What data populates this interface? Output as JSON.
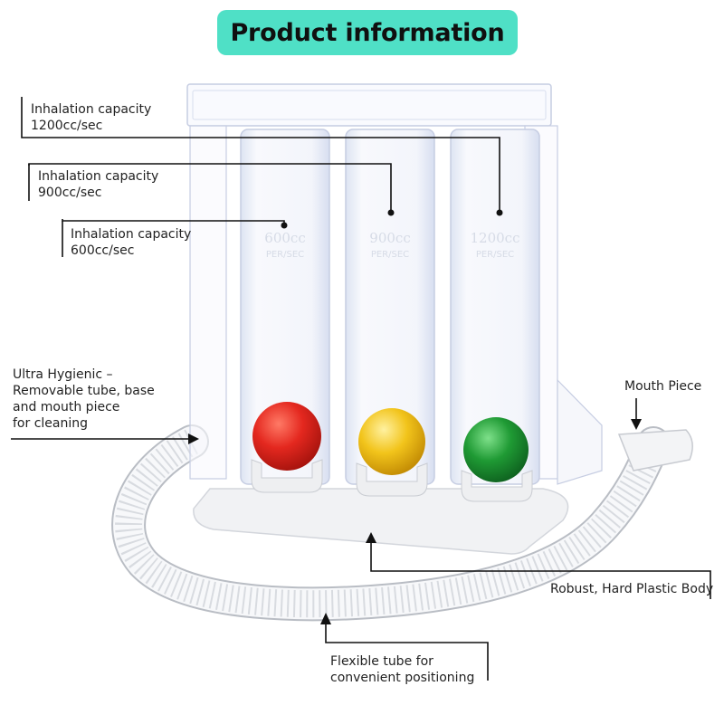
{
  "header": {
    "title": "Product information"
  },
  "callouts": {
    "c1200": {
      "line1": "Inhalation capacity",
      "line2": "1200cc/sec"
    },
    "c900": {
      "line1": "Inhalation capacity",
      "line2": "900cc/sec"
    },
    "c600": {
      "line1": "Inhalation capacity",
      "line2": "600cc/sec"
    },
    "hygienic": {
      "line1": "Ultra Hygienic –",
      "line2": "Removable tube, base",
      "line3": "and mouth piece",
      "line4": "for cleaning"
    },
    "mouthpiece": {
      "line1": "Mouth Piece"
    },
    "body": {
      "line1": "Robust, Hard Plastic Body"
    },
    "tube": {
      "line1": "Flexible tube for",
      "line2": "convenient positioning"
    }
  },
  "device": {
    "chambers": [
      {
        "top": "600cc",
        "bottom": "PER/SEC",
        "ball_color": "#e4281f"
      },
      {
        "top": "900cc",
        "bottom": "PER/SEC",
        "ball_color": "#f2c41b"
      },
      {
        "top": "1200cc",
        "bottom": "PER/SEC",
        "ball_color": "#1f9a34"
      }
    ]
  },
  "colors": {
    "accent": "#4fe0c6",
    "text": "#222222"
  }
}
